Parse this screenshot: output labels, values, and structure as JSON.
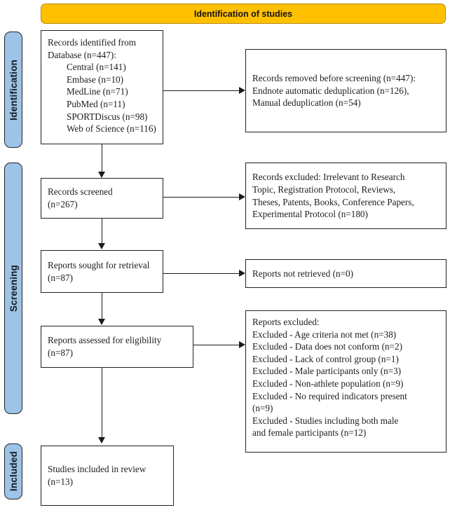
{
  "diagram": {
    "type": "prisma-flow-diagram",
    "banner": {
      "title": "Identification of studies"
    },
    "phases": [
      {
        "id": "identification",
        "label": "Identification"
      },
      {
        "id": "screening",
        "label": "Screening"
      },
      {
        "id": "included",
        "label": "Included"
      }
    ],
    "boxes": {
      "identified": {
        "lines": [
          "Records identified from",
          "Database (n=447):",
          "Central (n=141)",
          "Embase (n=10)",
          "MedLine (n=71)",
          "PubMed (n=11)",
          "SPORTDiscus (n=98)",
          "Web of Science (n=116)"
        ]
      },
      "removed": {
        "lines": [
          "Records removed before screening (n=447):",
          "Endnote automatic deduplication (n=126),",
          "Manual deduplication (n=54)"
        ]
      },
      "screened": {
        "lines": [
          "Records screened",
          "(n=267)"
        ]
      },
      "records_excluded": {
        "lines": [
          "Records excluded: Irrelevant to Research",
          "Topic, Registration Protocol, Reviews,",
          "Theses, Patents, Books, Conference Papers,",
          "Experimental Protocol (n=180)"
        ]
      },
      "sought": {
        "lines": [
          "Reports sought for retrieval",
          "(n=87)"
        ]
      },
      "not_retrieved": {
        "lines": [
          "Reports not retrieved (n=0)"
        ]
      },
      "assessed": {
        "lines": [
          "Reports assessed for eligibility",
          "(n=87)"
        ]
      },
      "reports_excluded": {
        "lines": [
          "Reports excluded:",
          "Excluded - Age criteria not met (n=38)",
          "Excluded - Data does not conform (n=2)",
          "Excluded - Lack of control group (n=1)",
          "Excluded - Male participants only (n=3)",
          "Excluded - Non-athlete population (n=9)",
          "Excluded - No required indicators present",
          "(n=9)",
          "Excluded - Studies including both male",
          "and female participants (n=12)"
        ]
      },
      "included": {
        "lines": [
          "Studies included in review",
          "(n=13)"
        ]
      }
    },
    "colors": {
      "banner_fill": "#FFC000",
      "banner_border": "#B88A08",
      "phase_fill": "#9DC3E6",
      "box_border": "#231F20",
      "connector": "#1B1B1B",
      "text": "#1C1C1C",
      "background": "#FFFFFF"
    }
  }
}
